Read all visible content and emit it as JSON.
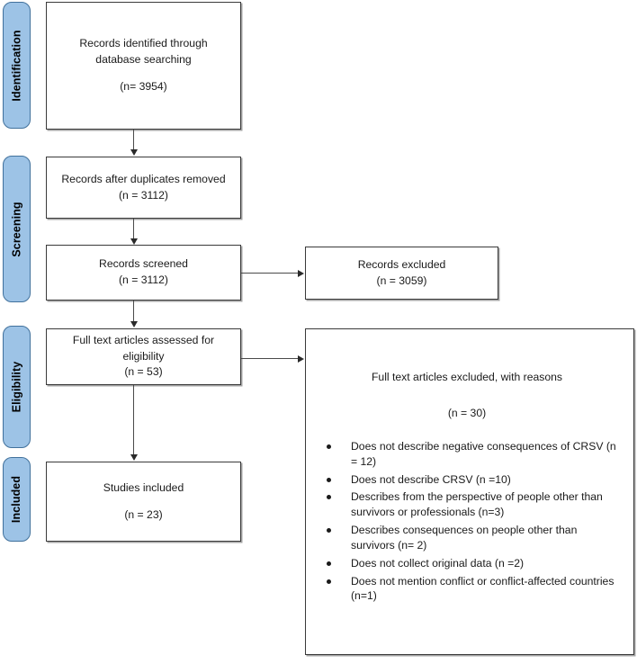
{
  "diagram": {
    "type": "prisma-flow-diagram",
    "stages": [
      {
        "id": "identification",
        "label": "Identification"
      },
      {
        "id": "screening",
        "label": "Screening"
      },
      {
        "id": "eligibility",
        "label": "Eligibility"
      },
      {
        "id": "included",
        "label": "Included"
      }
    ],
    "boxes": {
      "identified": {
        "line1": "Records identified through",
        "line2": "database searching",
        "count": "(n= 3954)"
      },
      "duplicates_removed": {
        "line1": "Records after duplicates removed",
        "count": "(n = 3112)"
      },
      "screened": {
        "line1": "Records screened",
        "count": "(n = 3112)"
      },
      "records_excluded": {
        "line1": "Records excluded",
        "count": "(n = 3059)"
      },
      "fulltext_assessed": {
        "line1": "Full text articles assessed for",
        "line2": "eligibility",
        "count": "(n = 53)"
      },
      "fulltext_excluded": {
        "title": "Full text articles excluded, with reasons",
        "count": "(n = 30)",
        "reasons": [
          "Does not describe negative consequences of CRSV (n = 12)",
          "Does not describe CRSV (n =10)",
          "Describes from the perspective of people other than survivors or professionals (n=3)",
          "Describes consequences on people other than survivors (n= 2)",
          "Does not collect original data (n =2)",
          "Does not mention conflict or conflict-affected countries (n=1)"
        ]
      },
      "studies_included": {
        "line1": "Studies included",
        "count": "(n = 23)"
      }
    },
    "colors": {
      "stage_fill": "#9dc3e6",
      "stage_border": "#41719c",
      "box_border": "#3a3a3a",
      "connector": "#4a4a4a",
      "background": "#ffffff"
    }
  }
}
